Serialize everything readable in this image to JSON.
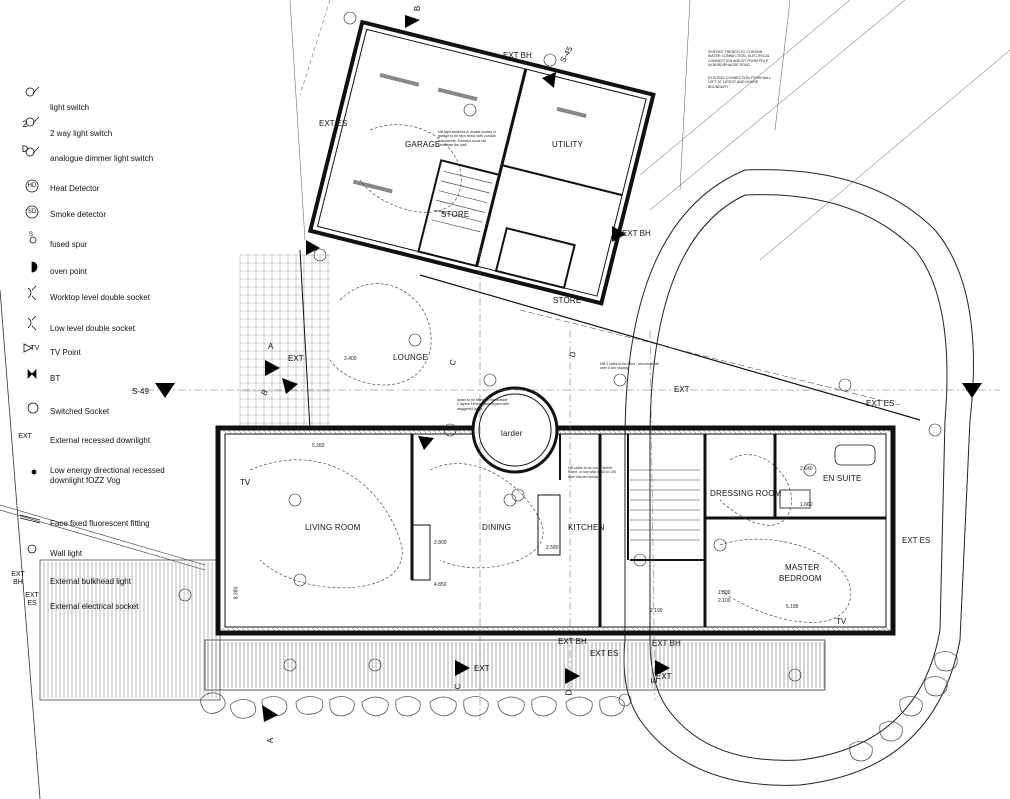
{
  "legend": [
    {
      "symbol_text": "",
      "icon": "light-switch-icon",
      "label": "light switch"
    },
    {
      "symbol_text": "2",
      "icon": "two-way-switch-icon",
      "label": "2 way light switch"
    },
    {
      "symbol_text": "D",
      "icon": "dimmer-switch-icon",
      "label": "analogue dimmer light switch"
    },
    {
      "symbol_text": "HD",
      "icon": "heat-detector-icon",
      "label": "Heat Detector"
    },
    {
      "symbol_text": "SD",
      "icon": "smoke-detector-icon",
      "label": "Smoke detector"
    },
    {
      "symbol_text": "S",
      "icon": "fused-spur-icon",
      "label": "fused spur"
    },
    {
      "symbol_text": "",
      "icon": "oven-point-icon",
      "label": "oven point"
    },
    {
      "symbol_text": "",
      "icon": "worktop-socket-icon",
      "label": "Worktop level double socket"
    },
    {
      "symbol_text": "",
      "icon": "low-socket-icon",
      "label": "Low level double socket"
    },
    {
      "symbol_text": "TV",
      "icon": "tv-point-icon",
      "label": "TV Point"
    },
    {
      "symbol_text": "",
      "icon": "bt-icon",
      "label": "BT"
    },
    {
      "symbol_text": "",
      "icon": "switched-socket-icon",
      "label": "Switched Socket"
    },
    {
      "symbol_text": "EXT",
      "icon": "external-downlight-icon",
      "label": "External recessed downlight"
    },
    {
      "symbol_text": "",
      "icon": "directional-downlight-icon",
      "label": "Low energy directional recessed downlight fOZZ Vog"
    },
    {
      "symbol_text": "",
      "icon": "fluorescent-fitting-icon",
      "label": "Face fixed fluorescent fitting"
    },
    {
      "symbol_text": "",
      "icon": "wall-light-icon",
      "label": "Wall light"
    },
    {
      "symbol_text": "EXT BH",
      "icon": "bulkhead-light-icon",
      "label": "External bulkhead  light"
    },
    {
      "symbol_text": "EXT ES",
      "icon": "external-socket-icon",
      "label": "External electrical socket"
    }
  ],
  "rooms": {
    "garage": "GARAGE",
    "utility": "UTILITY",
    "store_upper": "STORE",
    "store_lower": "STORE",
    "lounge": "LOUNGE",
    "larder": "larder",
    "living_room": "LIVING ROOM",
    "dining": "DINING",
    "kitchen": "KITCHEN",
    "dressing_room": "DRESSING ROOM",
    "en_suite": "EN SUITE",
    "master_bedroom_1": "MASTER",
    "master_bedroom_2": "BEDROOM"
  },
  "section_markers": {
    "s49": "S-49",
    "s45": "S-45",
    "a_top": "A",
    "a_bottom": "A",
    "b_top": "B",
    "b_left": "B",
    "c_mid": "C",
    "c_bottom": "C",
    "d_mid": "D",
    "d_bottom": "D",
    "e_bottom": "E"
  },
  "ext_tags": {
    "ext_bh_top": "EXT BH",
    "ext_es_left": "EXT ES",
    "ext_bh_right": "EXT BH",
    "ext_lounge": "EXT",
    "ext_top_right": "EXT",
    "ext_es_far_right": "EXT ES",
    "ext_bh_bottom": "EXT BH",
    "ext_es_bottom": "EXT ES",
    "ext_bottom_mid": "EXT",
    "ext_bh_right_bottom": "EXT BH",
    "ext_lower_left": "EXT",
    "ext_right_col": "EXT ES"
  },
  "tv_tags": {
    "tv_living": "TV",
    "tv_bedroom": "TV"
  },
  "dimensions": {
    "d_5282": "5.282",
    "d_5185": "5.185",
    "d_2640": "2.640",
    "d_1660": "1.660",
    "d_2580": "2.580",
    "d_1800": "1.800",
    "d_2100": "2.100",
    "d_3400": "3.400",
    "d_2190": "2.190",
    "d_2800": "2.800",
    "d_4850": "4.850",
    "d_8380": "8.380"
  },
  "notes": {
    "n_service": "SERVICE TRENCH TO CONTAIN WATER CONNECTION, ELECTRICAL CONNECTION AND BT FROM POLE IN BURDIEHAUSE ROAD",
    "n_existing": "EXISTING CONNECTION FROM BALL LEFT AT LATEST AND HOUSE BOUNDARY",
    "n_garage": "NB light switches & double socket in garage to be face fixed, with conduit in concrete. Electrics must not penetrate the wall",
    "n_larder": "larder to be fitted on the outside 2 layers 15mm plasterboard with staggered joints",
    "n_kitchen": "NB cable to be run in timber frame, or low wall at 50 to 100 from kitchen worktop",
    "n_bedroom": "NB 3 sides to be fitted - structural fall over 0.6m sloping"
  }
}
